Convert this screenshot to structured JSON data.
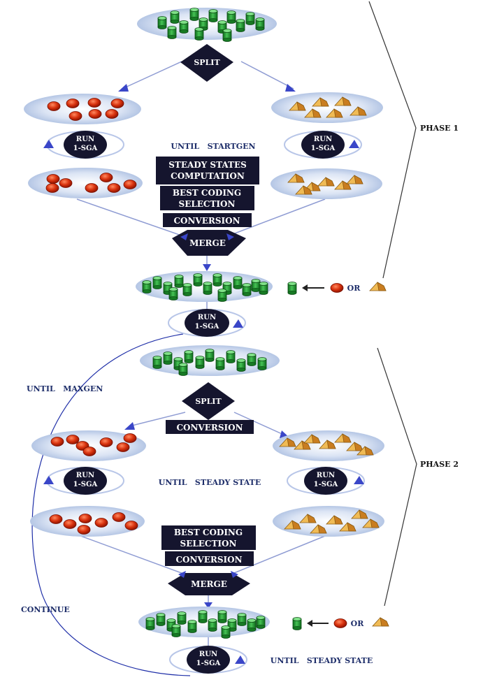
{
  "phase1": {
    "label": "PHASE 1",
    "split": "SPLIT",
    "run_left": [
      "RUN",
      "1-SGA"
    ],
    "run_right": [
      "RUN",
      "1-SGA"
    ],
    "until": "UNTIL   STARTGEN",
    "steady_states": [
      "STEADY STATES",
      "COMPUTATION"
    ],
    "best_coding": [
      "BEST CODING",
      "SELECTION"
    ],
    "conversion": "CONVERSION",
    "merge": "MERGE",
    "legend_or": "OR",
    "run_mid": [
      "RUN",
      "1-SGA"
    ]
  },
  "phase2": {
    "label": "PHASE 2",
    "until_maxgen": "UNTIL   MAXGEN",
    "split": "SPLIT",
    "conversion_top": "CONVERSION",
    "run_left": [
      "RUN",
      "1-SGA"
    ],
    "run_right": [
      "RUN",
      "1-SGA"
    ],
    "until_steady": "UNTIL   STEADY STATE",
    "best_coding": [
      "BEST CODING",
      "SELECTION"
    ],
    "conversion_bottom": "CONVERSION",
    "merge": "MERGE",
    "legend_or": "OR",
    "continue": "CONTINUE",
    "run_bottom": [
      "RUN",
      "1-SGA"
    ],
    "until_steady_bottom": "UNTIL   STEADY STATE"
  },
  "colors": {
    "ellipse": "#b9cbe8",
    "green": "#1f9a2e",
    "red": "#d42a10",
    "orange": "#e2a23a",
    "dark": "#15152e",
    "text_blue": "#1e2e6a",
    "arrow": "#3a46c8",
    "line": "#8f9cd3"
  }
}
